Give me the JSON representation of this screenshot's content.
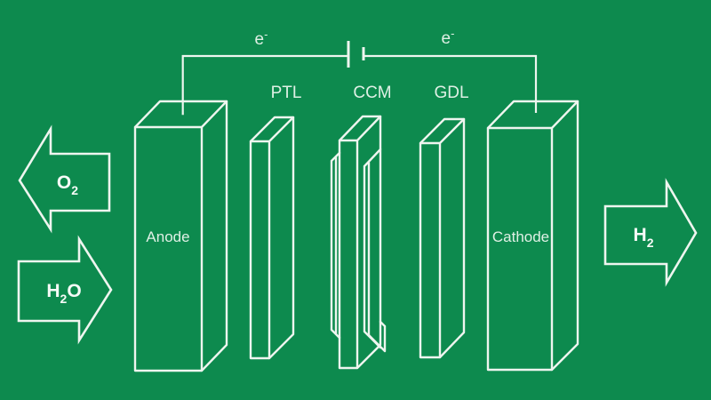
{
  "diagram": {
    "colors": {
      "background": "#0d8a4e",
      "line": "#eef5ef",
      "label_text": "#dff0e5",
      "bright_text": "#f6fbf7"
    },
    "circuit": {
      "electron_left": {
        "base": "e",
        "sup": "-"
      },
      "electron_right": {
        "base": "e",
        "sup": "-"
      }
    },
    "layers": {
      "anode": "Anode",
      "ptl": "PTL",
      "ccm": "CCM",
      "gdl": "GDL",
      "cathode": "Cathode"
    },
    "flows": {
      "oxygen": {
        "base": "O",
        "sub": "2"
      },
      "water": {
        "p1": "H",
        "sub": "2",
        "p2": "O"
      },
      "hydrogen": {
        "base": "H",
        "sub": "2"
      }
    }
  }
}
